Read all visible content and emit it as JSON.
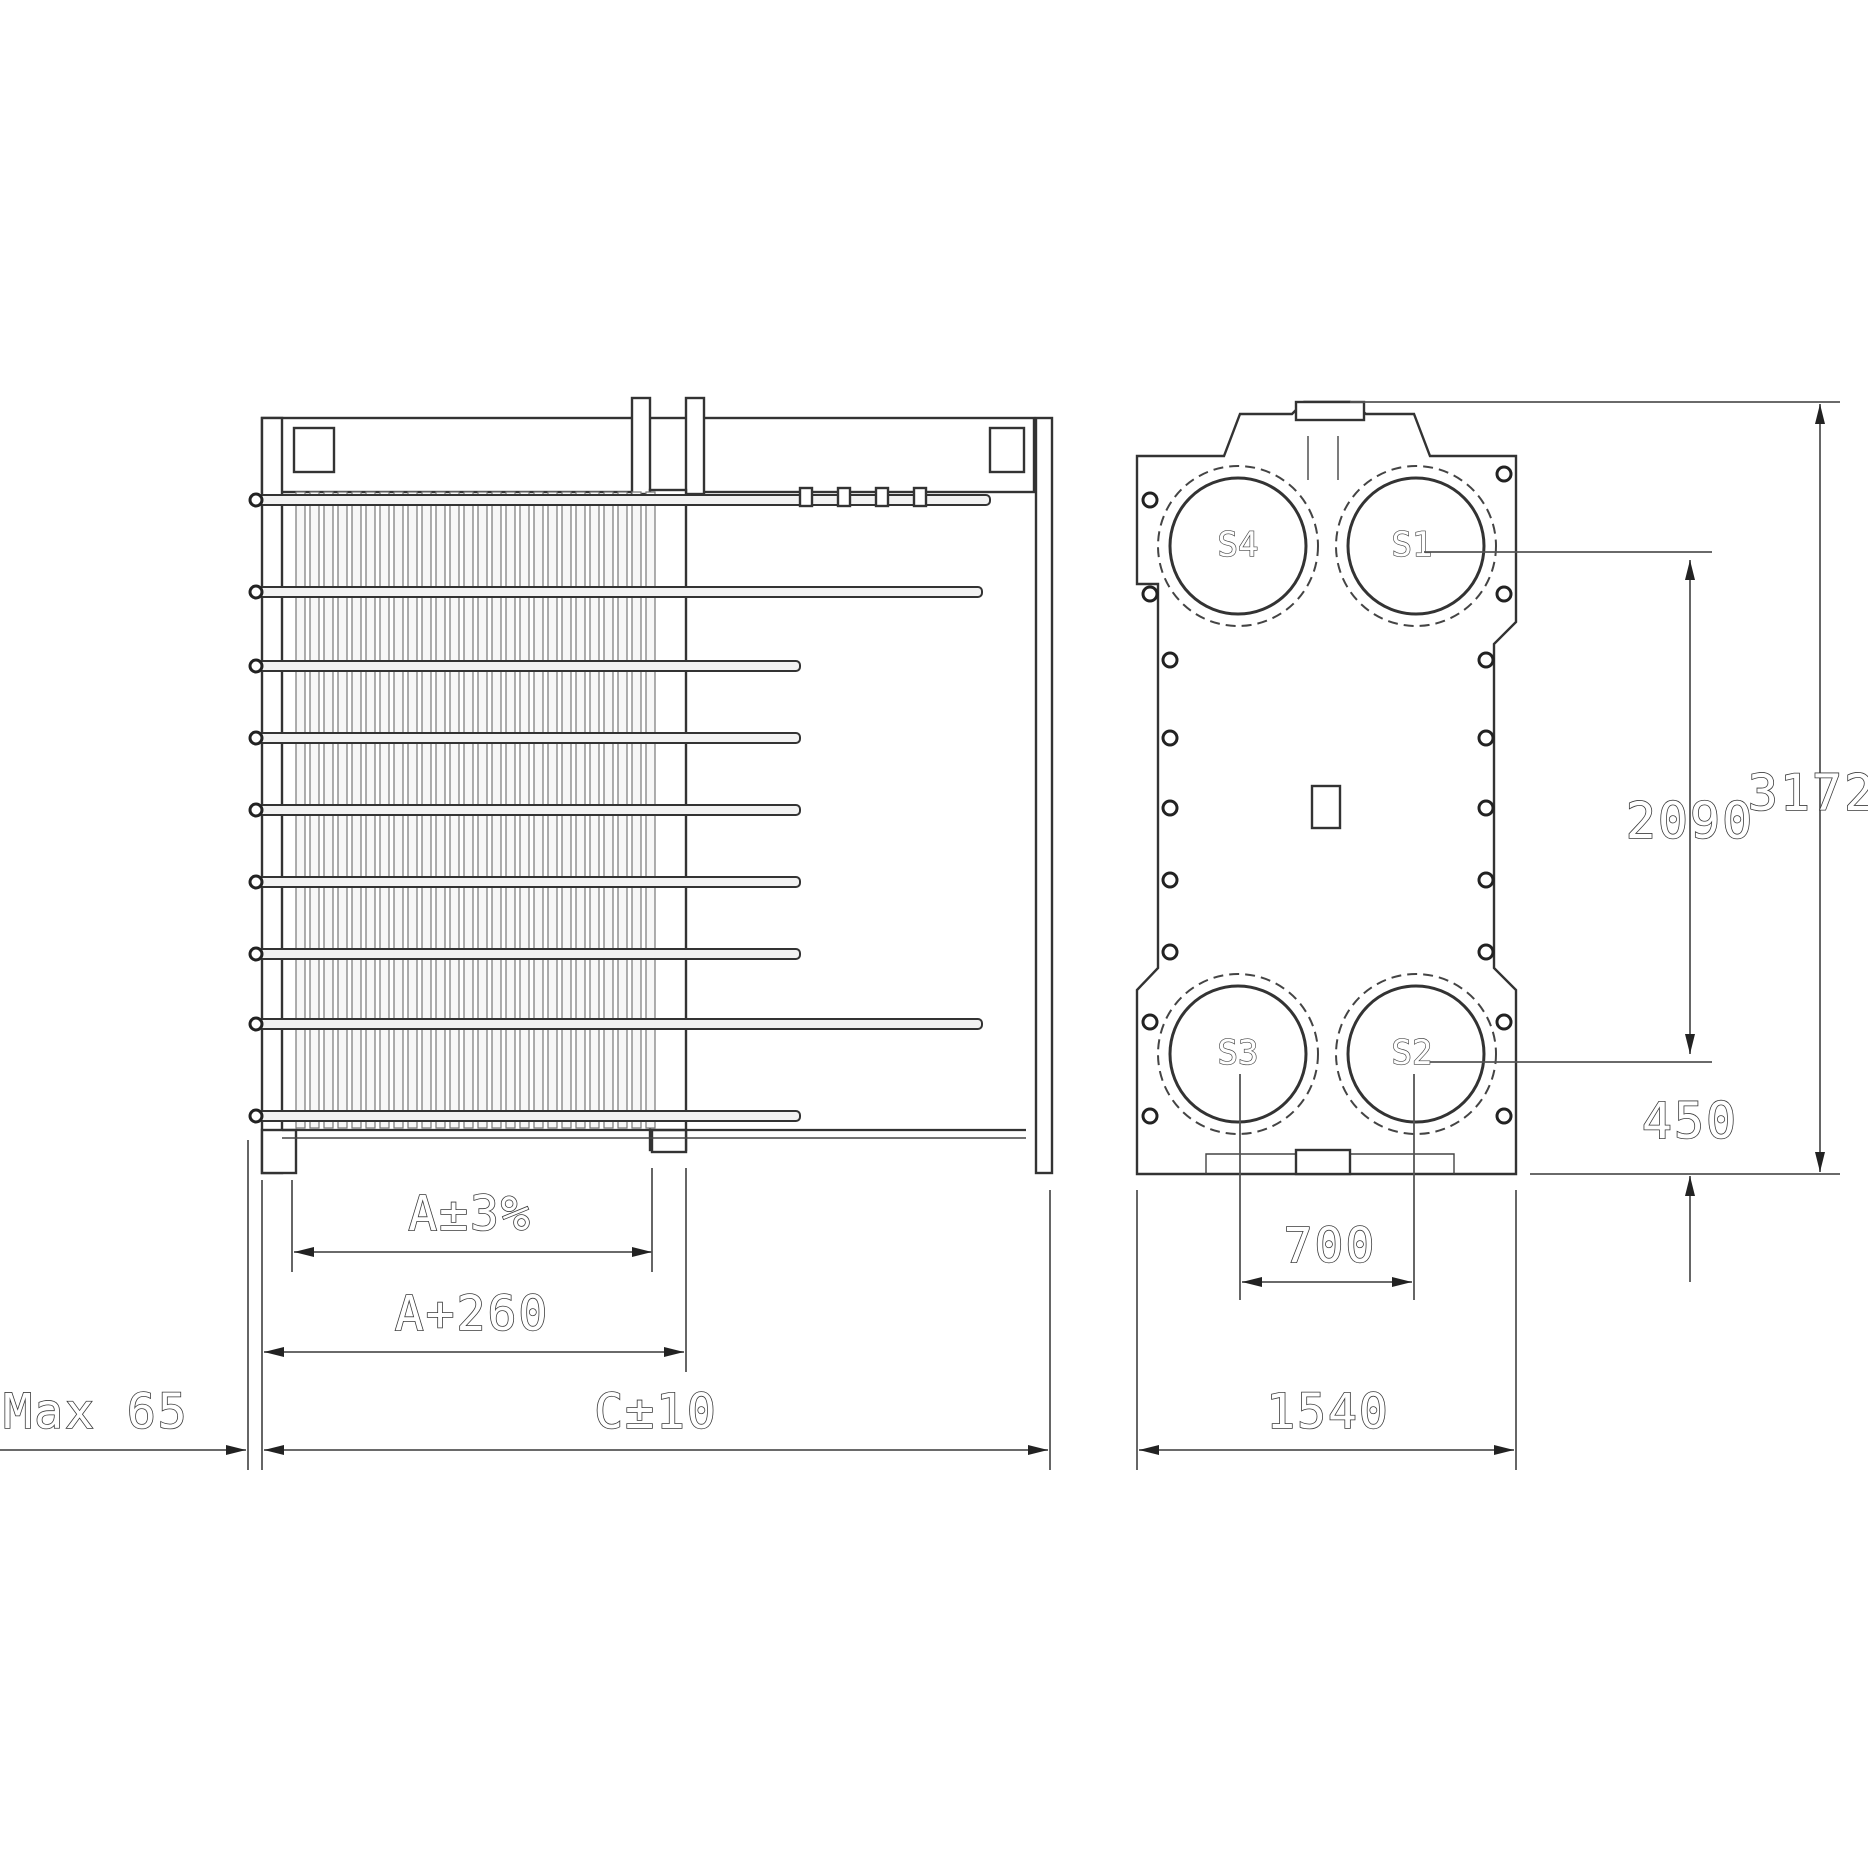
{
  "side_view": {
    "dimensions": {
      "plate_pack": "A±3%",
      "frame_opening": "A+260",
      "overall_length": "C±10",
      "max_projection": "Max 65"
    }
  },
  "front_view": {
    "ports": [
      "S4",
      "S1",
      "S3",
      "S2"
    ],
    "dimensions": {
      "port_vertical_spacing": "2090",
      "total_height": "3172",
      "bottom_offset": "450",
      "port_horizontal_spacing": "700",
      "frame_width": "1540"
    }
  }
}
